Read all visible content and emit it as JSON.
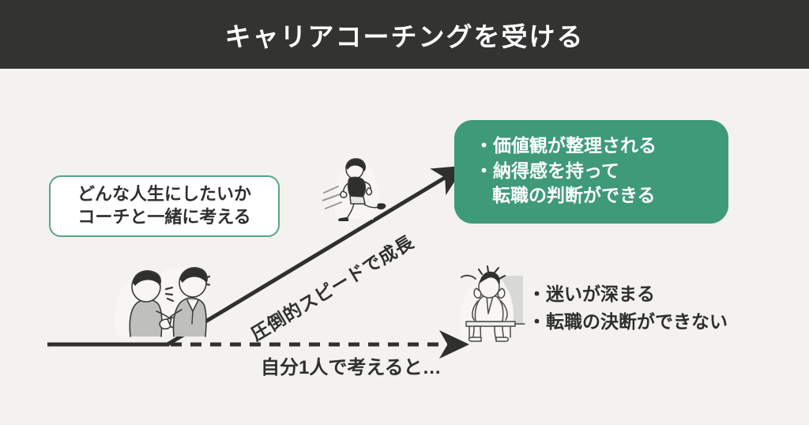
{
  "header": {
    "title": "キャリアコーチングを受ける",
    "background_color": "#333331",
    "text_color": "#ffffff"
  },
  "canvas": {
    "background_color": "#f3f2ee",
    "ink_color": "#2f2f2d",
    "accent_green": "#3e9a79",
    "border_green": "#56a583"
  },
  "coach_box": {
    "line1": "どんな人生にしたいか",
    "line2": "コーチと一緒に考える"
  },
  "outcome_box": {
    "bullet1": "・価値観が整理される",
    "bullet2": "・納得感を持って",
    "bullet2_cont": "転職の判断ができる"
  },
  "negative_list": {
    "bullet1": "・迷いが深まる",
    "bullet2": "・転職の決断ができない"
  },
  "growth_arrow": {
    "label": "圧倒的スピードで成長"
  },
  "alone_arrow": {
    "caption": "自分1人で考えると…"
  },
  "illustrations": {
    "conversation": "two-people-talking-illustration",
    "runner": "running-person-illustration",
    "worried": "person-head-in-hands-illustration"
  }
}
